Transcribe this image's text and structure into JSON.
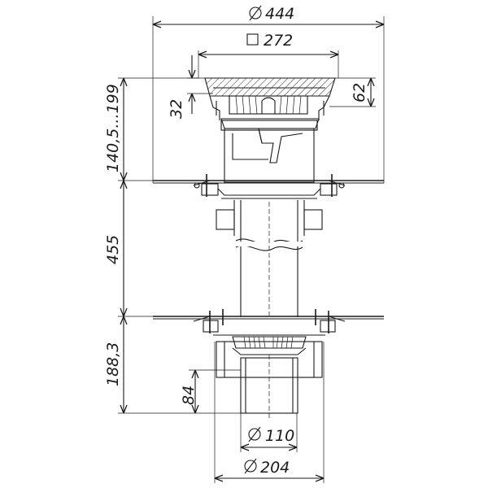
{
  "dimensions": {
    "top_diameter": "444",
    "grate_square": "272",
    "grate_depth": "32",
    "grate_height": "62",
    "adjustable_height": "140,5...199",
    "mid_length": "455",
    "bottom_length": "188,3",
    "outlet_length": "84",
    "outlet_diameter": "110",
    "flange_diameter": "204"
  },
  "colors": {
    "line": "#1a1a1a",
    "background": "#ffffff"
  },
  "icons": {
    "diameter": "diameter-symbol",
    "square": "square-symbol"
  }
}
